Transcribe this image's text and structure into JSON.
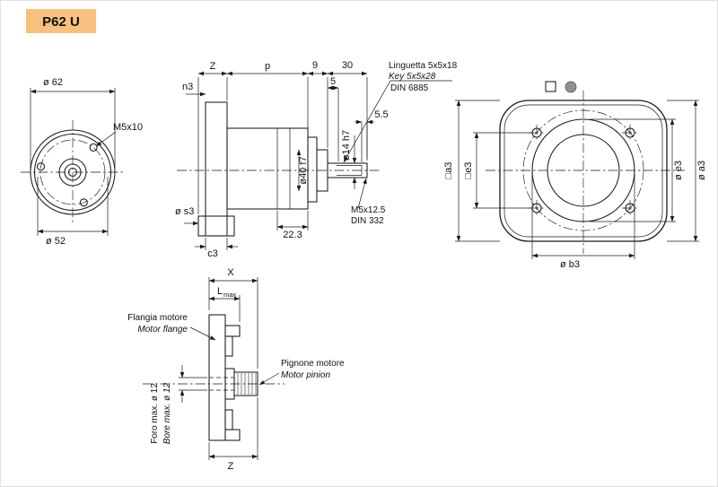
{
  "title": "P62 U",
  "colors": {
    "badge_bg": "#F6C17E",
    "badge_text": "#20294f",
    "line": "#1a1a1a",
    "symbol_fill": "#909090"
  },
  "front_view": {
    "dim_top": "ø 62",
    "screw": "M5x10",
    "dim_bottom": "ø 52"
  },
  "side_view": {
    "dim_z": "Z",
    "dim_p": "p",
    "dim_9": "9",
    "dim_30": "30",
    "dim_5": "5",
    "dim_n3": "n3",
    "key_it": "Linguetta 5x5x18",
    "key_en": "Key 5x5x28",
    "key_din": "DIN 6885",
    "dim_5_5": "5.5",
    "dim_shaft": "ø14 h7",
    "dim_pilot": "ø40 f7",
    "tap": "M5x12.5",
    "tap_din": "DIN 332",
    "dim_s3": "ø s3",
    "dim_22_3": "22.3",
    "dim_c3": "c3"
  },
  "rear_view": {
    "dim_a3_square": "□a3",
    "dim_e3_square": "□e3",
    "dim_e3": "ø e3",
    "dim_a3": "ø a3",
    "dim_b3": "ø b3"
  },
  "motor_view": {
    "dim_x": "X",
    "dim_l": "L",
    "dim_l_sub": "max",
    "flange_it": "Flangia motore",
    "flange_en": "Motor flange",
    "pinion_it": "Pignone motore",
    "pinion_en": "Motor pinion",
    "bore_it": "Foro max. ø 12",
    "bore_en": "Bore max. ø 12",
    "dim_z": "Z"
  }
}
